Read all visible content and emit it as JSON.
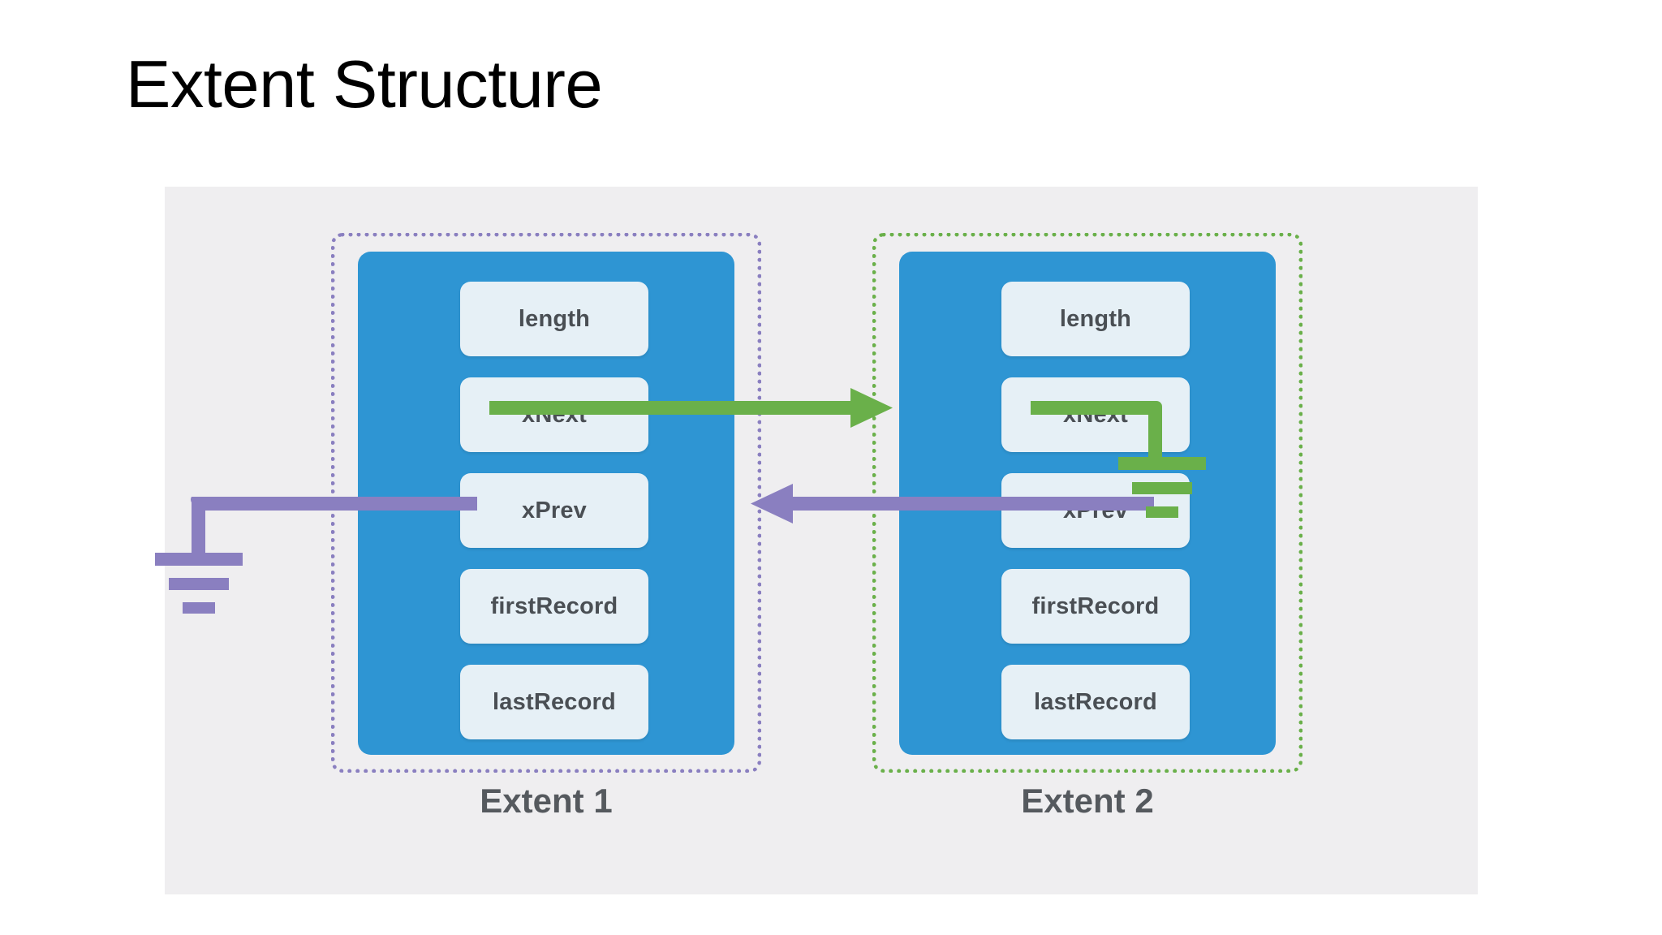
{
  "slide": {
    "title": "Extent Structure"
  },
  "diagram": {
    "panel_background": "#efeef0",
    "card_color": "#2e95d3",
    "field_background": "#e6f0f6",
    "field_text_color": "#4a4f54",
    "caption_color": "#55595e",
    "next_color": "#6ab04a",
    "prev_color": "#8a7fc0",
    "extents": [
      {
        "caption": "Extent 1",
        "outline_color": "#8a7fc0",
        "outline_style": "dotted",
        "fields": [
          {
            "label": "length"
          },
          {
            "label": "xNext"
          },
          {
            "label": "xPrev"
          },
          {
            "label": "firstRecord"
          },
          {
            "label": "lastRecord"
          }
        ]
      },
      {
        "caption": "Extent 2",
        "outline_color": "#6ab04a",
        "outline_style": "dotted",
        "fields": [
          {
            "label": "length"
          },
          {
            "label": "xNext"
          },
          {
            "label": "xPrev"
          },
          {
            "label": "firstRecord"
          },
          {
            "label": "lastRecord"
          }
        ]
      }
    ],
    "connectors": [
      {
        "name": "extent1-xnext-to-extent2",
        "kind": "arrow",
        "color": "#6ab04a",
        "direction": "right",
        "from": "Extent 1 xNext",
        "to": "Extent 2"
      },
      {
        "name": "extent2-xprev-to-extent1",
        "kind": "arrow",
        "color": "#8a7fc0",
        "direction": "left",
        "from": "Extent 2 xPrev",
        "to": "Extent 1"
      },
      {
        "name": "extent2-xnext-ground",
        "kind": "ground",
        "color": "#6ab04a",
        "from": "Extent 2 xNext",
        "to": "null / ground"
      },
      {
        "name": "extent1-xprev-ground",
        "kind": "ground",
        "color": "#8a7fc0",
        "from": "Extent 1 xPrev",
        "to": "null / ground"
      }
    ]
  }
}
